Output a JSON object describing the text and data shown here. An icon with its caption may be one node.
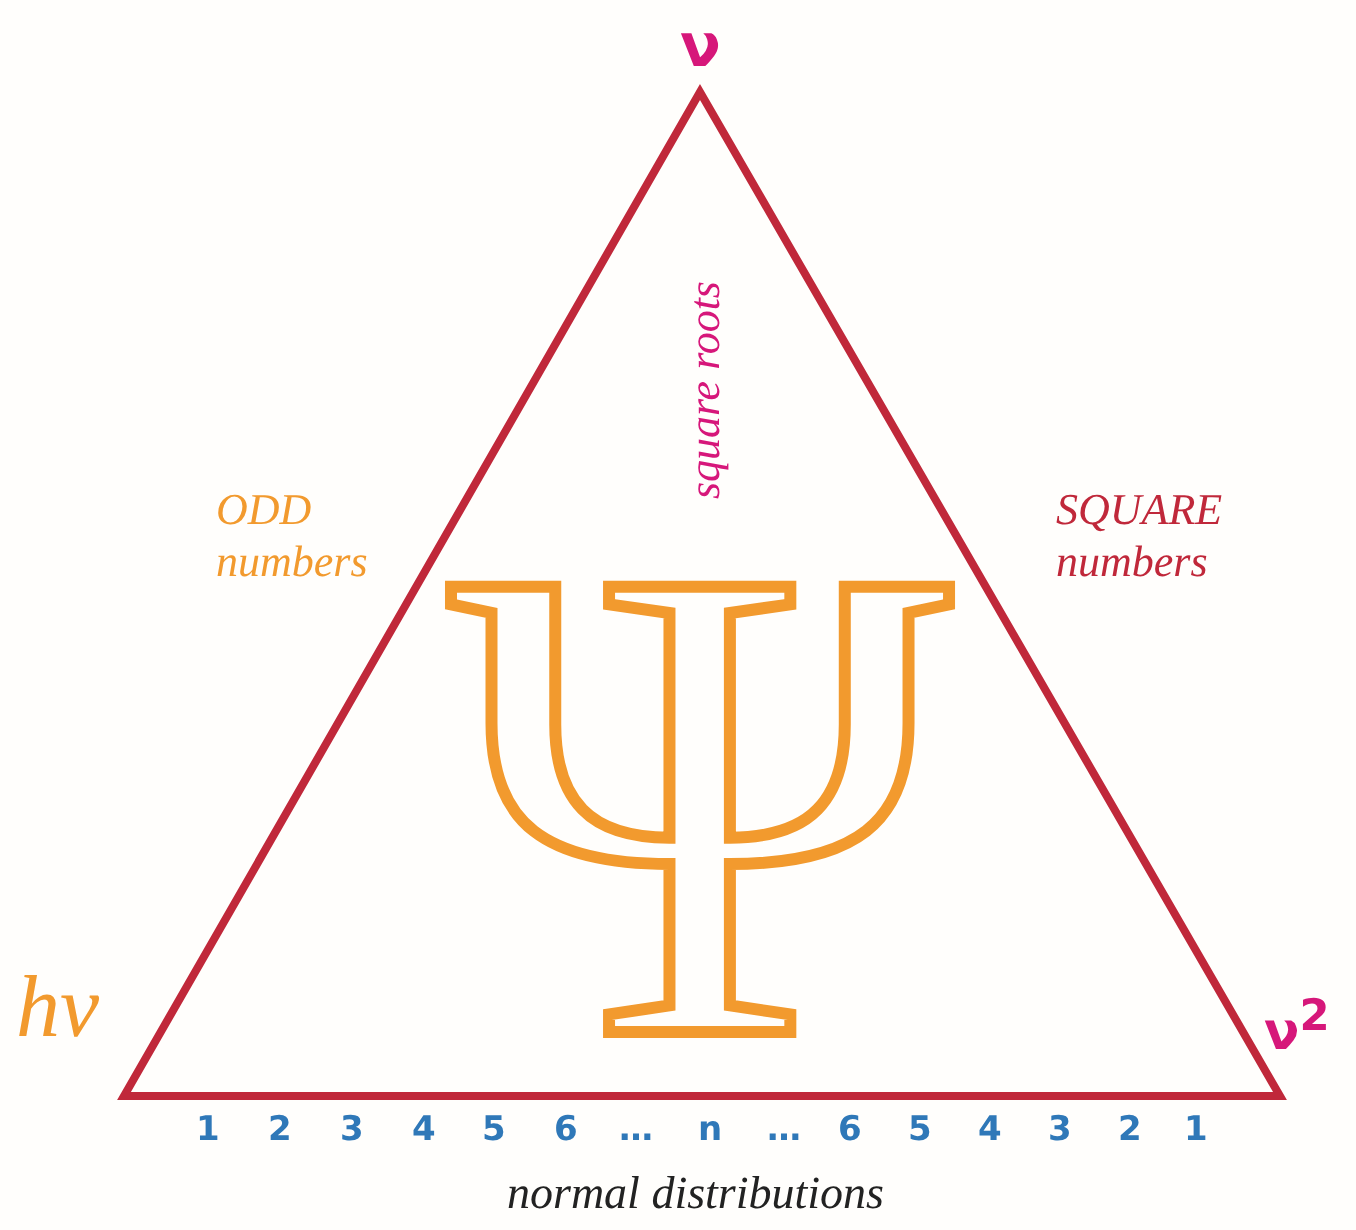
{
  "diagram": {
    "labels": [
      "ν",
      "square roots",
      "ODD numbers",
      "SQUARE numbers",
      "Ψ",
      "hν",
      "ν$^{2}$",
      "1",
      "2",
      "3",
      "4",
      "5",
      "6",
      "…",
      "n",
      "…",
      "6",
      "5",
      "4",
      "3",
      "2",
      "1",
      "normal distributions"
    ]
  }
}
